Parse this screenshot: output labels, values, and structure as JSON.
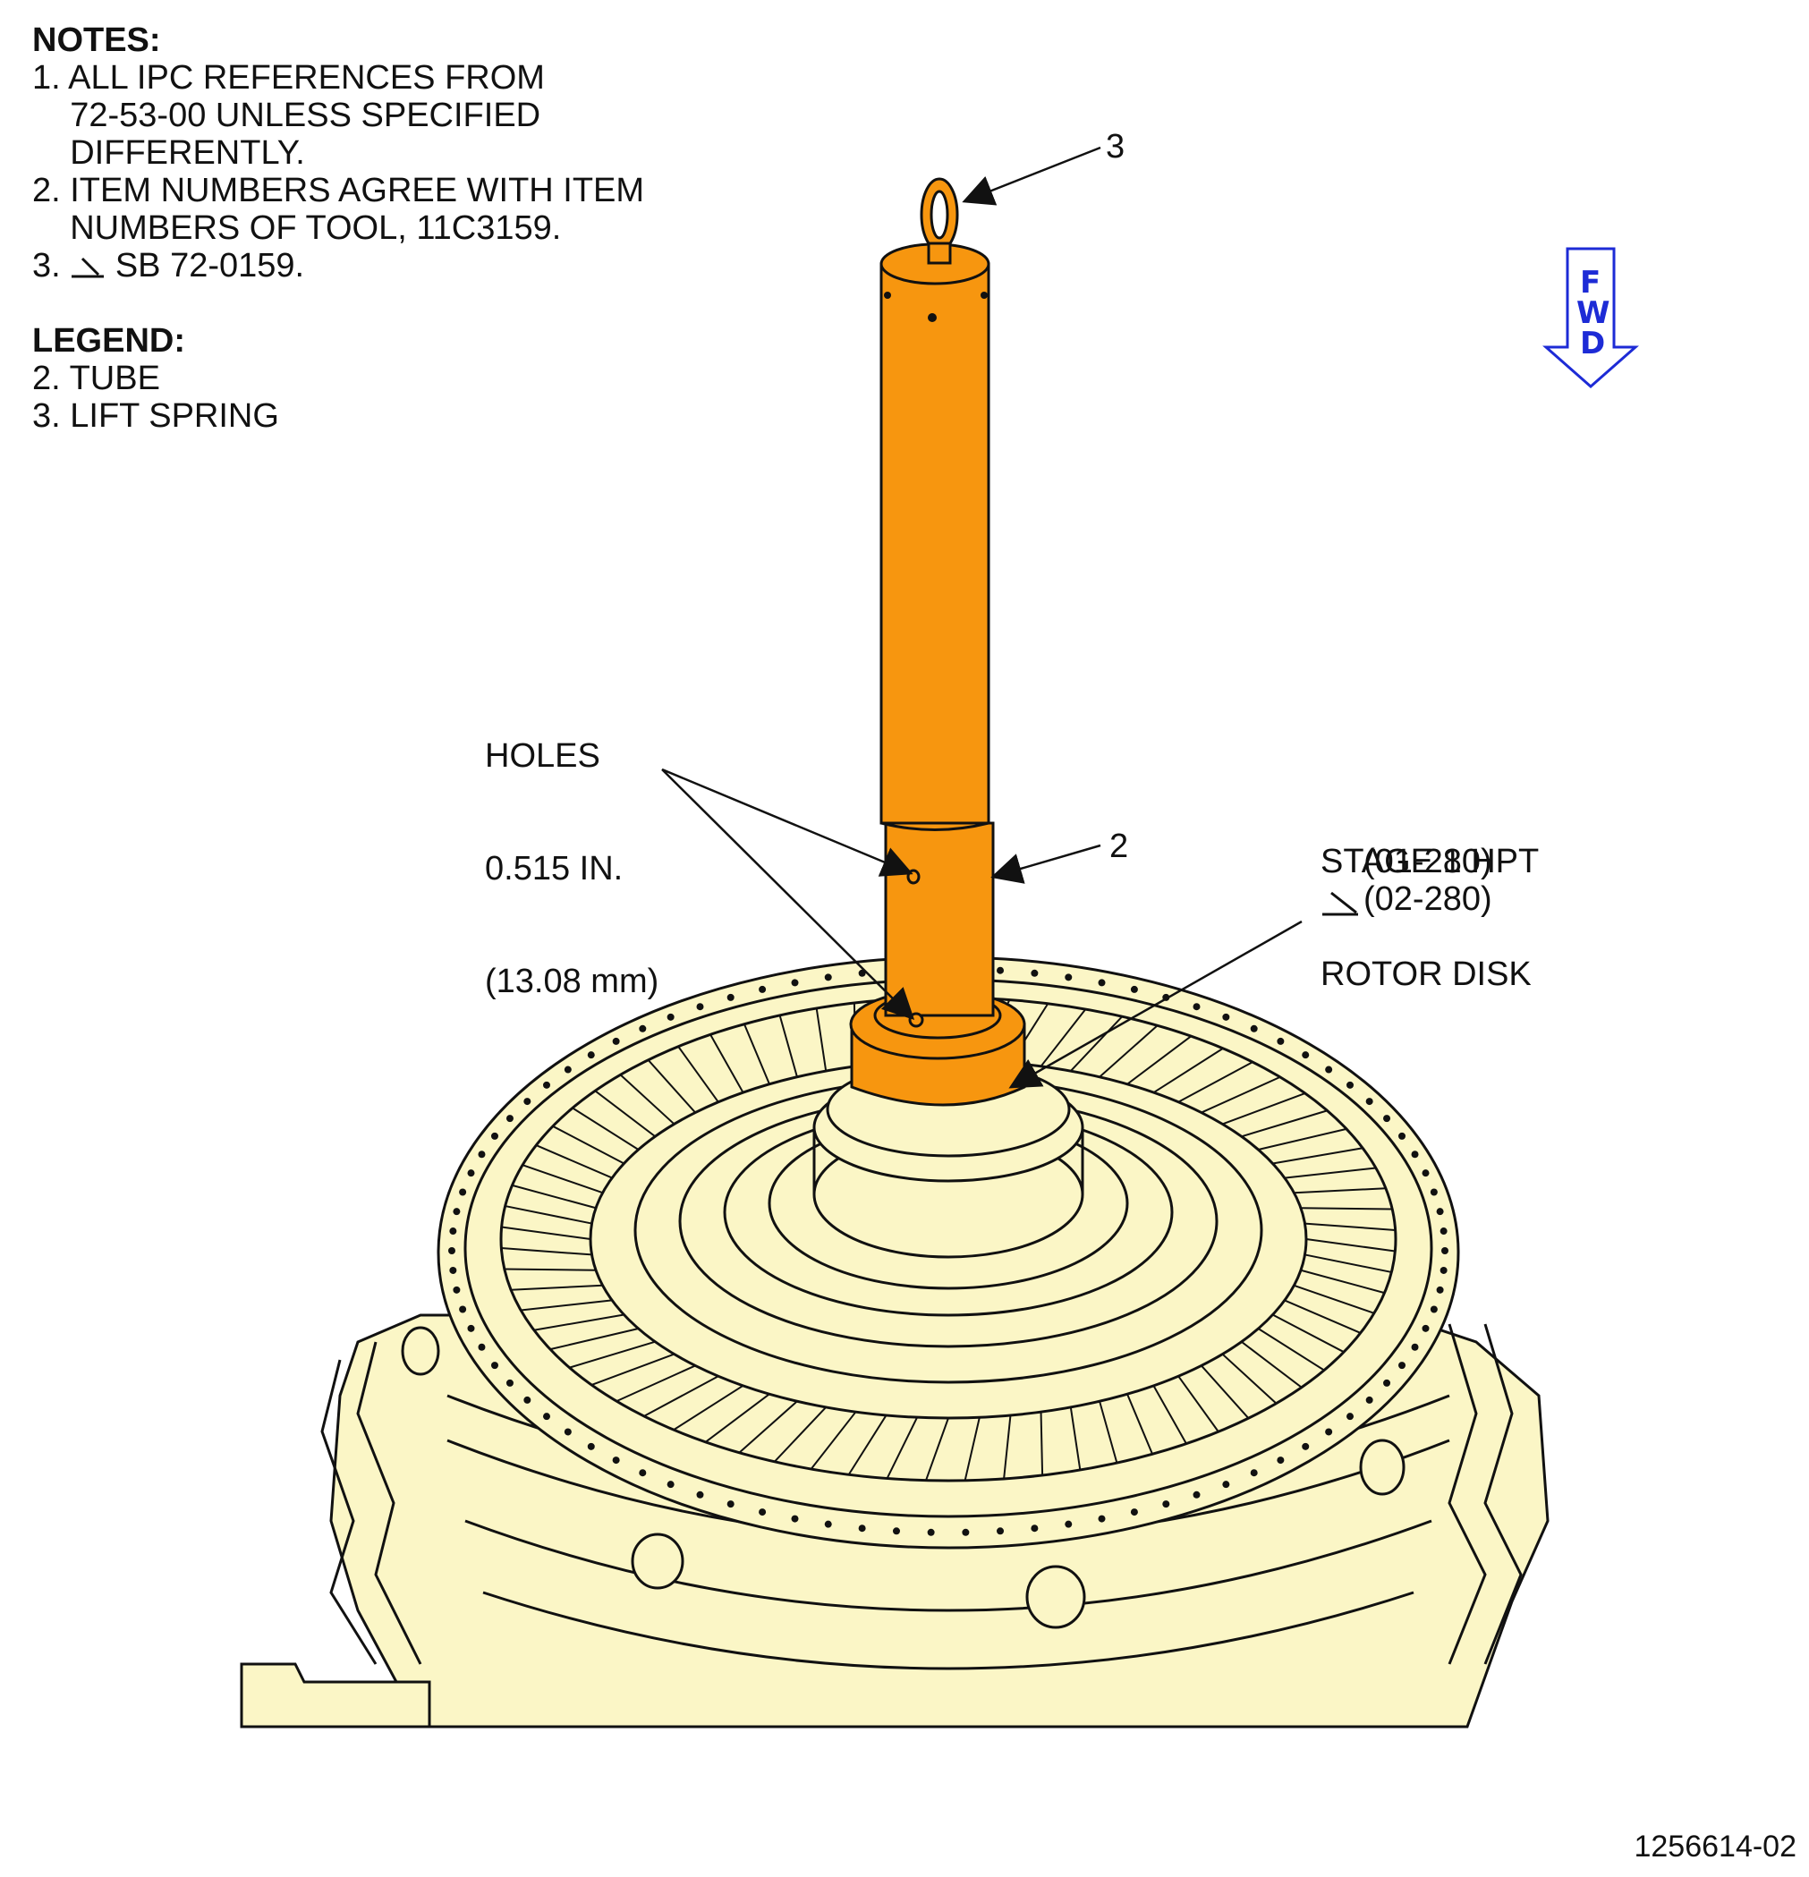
{
  "notes": {
    "heading": "NOTES:",
    "items": [
      "1. ALL IPC REFERENCES FROM",
      "    72-53-00 UNLESS SPECIFIED",
      "    DIFFERENTLY.",
      "2. ITEM NUMBERS AGREE WITH ITEM",
      "    NUMBERS OF TOOL, 11C3159.",
      "SB 72-0159."
    ],
    "item3_prefix": "3."
  },
  "legend": {
    "heading": "LEGEND:",
    "items": [
      "2. TUBE",
      "3. LIFT SPRING"
    ]
  },
  "callouts": {
    "item3": "3",
    "item2": "2",
    "holes": [
      "HOLES",
      "0.515 IN.",
      "(13.08 mm)"
    ],
    "disk": [
      "STAGE 1 HPT",
      "ROTOR DISK",
      "(01-280)",
      "(02-280)"
    ]
  },
  "fwd": {
    "letters": [
      "F",
      "W",
      "D"
    ],
    "color": "#1d2bd6"
  },
  "colors": {
    "tube": "#f7960f",
    "engine": "#fbf6c6",
    "outline": "#111111"
  },
  "figure_number": "1256614-02"
}
